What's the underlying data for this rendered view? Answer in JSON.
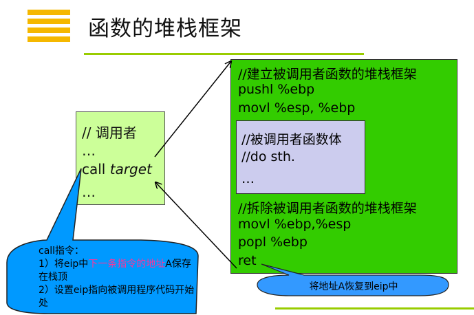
{
  "title": "函数的堆栈框架",
  "caller": {
    "comment": "// 调用者",
    "dots1": "…",
    "call_keyword": "call ",
    "call_target": "target",
    "dots2": "…"
  },
  "frame": {
    "prologue_comment": "//建立被调用者函数的堆栈框架",
    "prologue_line1": "pushl %ebp",
    "prologue_line2": "movl %esp, %ebp",
    "body_comment": "//被调用者函数体",
    "body_line": "//do sth.",
    "body_dots": "…",
    "epilogue_comment": "//拆除被调用者函数的堆栈框架",
    "epilogue_line1": "movl %ebp,%esp",
    "epilogue_line2": "popl %ebp",
    "epilogue_line3": "ret"
  },
  "callout_call": {
    "heading": "call指令：",
    "item1_prefix": "1）将eip中",
    "item1_highlight": "下一条指令的地址",
    "item1_suffix": "A保存在栈顶",
    "item2": "2）设置eip指向被调用程序代码开始处"
  },
  "callout_ret": "将地址A恢复到eip中",
  "colors": {
    "accent_green": "#99cc00",
    "caller_box": "#ccff99",
    "frame_box": "#33cc00",
    "body_box": "#ccccee",
    "callout_blue": "#0099ff",
    "highlight": "#ff3399",
    "logo": "#f5b800"
  }
}
